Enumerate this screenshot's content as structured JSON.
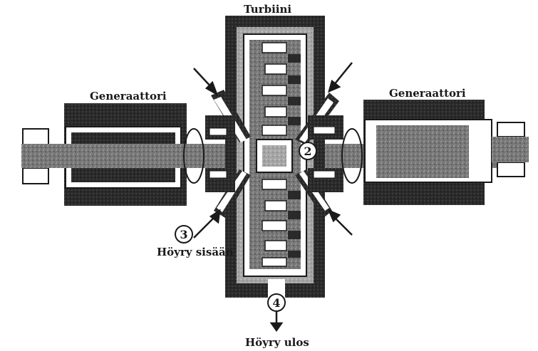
{
  "labels": {
    "turbine": "Turbiini",
    "generator_left": "Generaattori",
    "generator_right": "Generaattori",
    "steam_in": "Höyry sisään",
    "steam_out": "Höyry ulos"
  },
  "markers": {
    "m2": "2",
    "m3": "3",
    "m4": "4"
  },
  "colors": {
    "ink": "#1a1a1a",
    "mid_gray": "#6b6b6b",
    "light_gray": "#bdbdbd",
    "paper": "#ffffff"
  }
}
